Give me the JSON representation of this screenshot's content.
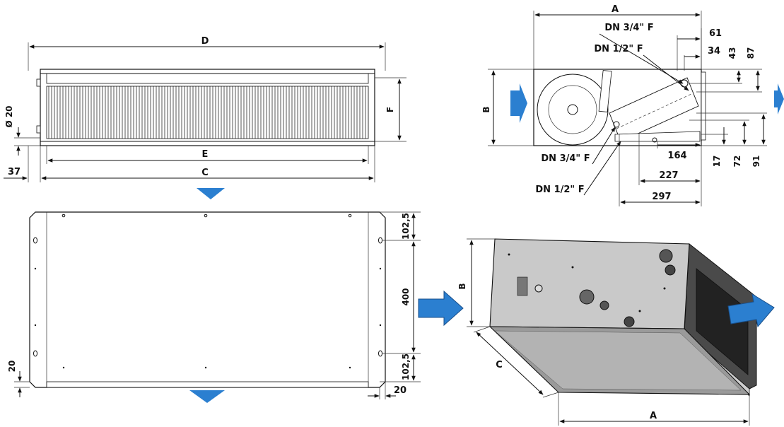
{
  "colors": {
    "accent": "#2b7fd0",
    "line": "#111111",
    "panel": "#b9b9b9",
    "panel_dark": "#8d8d8d"
  },
  "icons": {
    "flow_arrow": "arrow-right-icon",
    "down_arrow": "arrow-down-icon"
  },
  "front_view": {
    "labels": {
      "d": "D",
      "e": "E",
      "c": "C",
      "f": "F",
      "diameter": "Ø 20",
      "offset": "37"
    }
  },
  "side_view": {
    "labels": {
      "a": "A",
      "b": "B",
      "pipe_top_1": "DN 3/4\" F",
      "pipe_top_2": "DN 1/2\" F",
      "pipe_bottom_1": "DN 3/4\" F",
      "pipe_bottom_2": "DN 1/2\" F",
      "d61": "61",
      "d34": "34",
      "d43": "43",
      "d87": "87",
      "d164": "164",
      "d227": "227",
      "d297": "297",
      "d17": "17",
      "d72": "72",
      "d91": "91"
    }
  },
  "top_view": {
    "labels": {
      "top_offset": "102,5",
      "center": "400",
      "bottom_offset": "102,5",
      "left_20": "20",
      "bottom_20": "20"
    }
  },
  "iso_view": {
    "labels": {
      "b": "B",
      "c": "C",
      "a": "A"
    }
  }
}
